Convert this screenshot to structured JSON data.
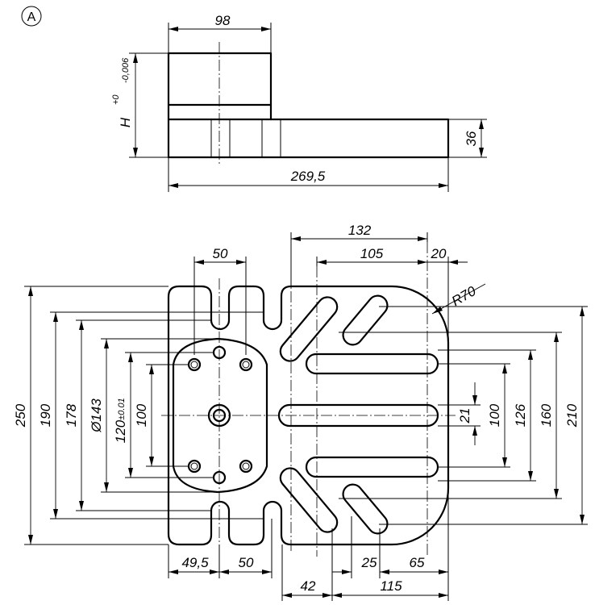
{
  "view_marker": "A",
  "side_view": {
    "width": "98",
    "height_label": "H",
    "tol_upper": "+0",
    "tol_lower": "-0,006",
    "thickness": "36",
    "length": "269,5"
  },
  "top_view": {
    "d132": "132",
    "d105": "105",
    "d20": "20",
    "radius": "R70",
    "d50_top": "50",
    "d250": "250",
    "d190": "190",
    "d178": "178",
    "d143": "Ø143",
    "d120_value": "120",
    "d120_tol": "±0.01",
    "d100_left": "100",
    "d21": "21",
    "d100_right": "100",
    "d126": "126",
    "d160": "160",
    "d210": "210",
    "d49_5": "49,5",
    "d50_bottom": "50",
    "d25": "25",
    "d65": "65",
    "d42": "42",
    "d115": "115"
  }
}
